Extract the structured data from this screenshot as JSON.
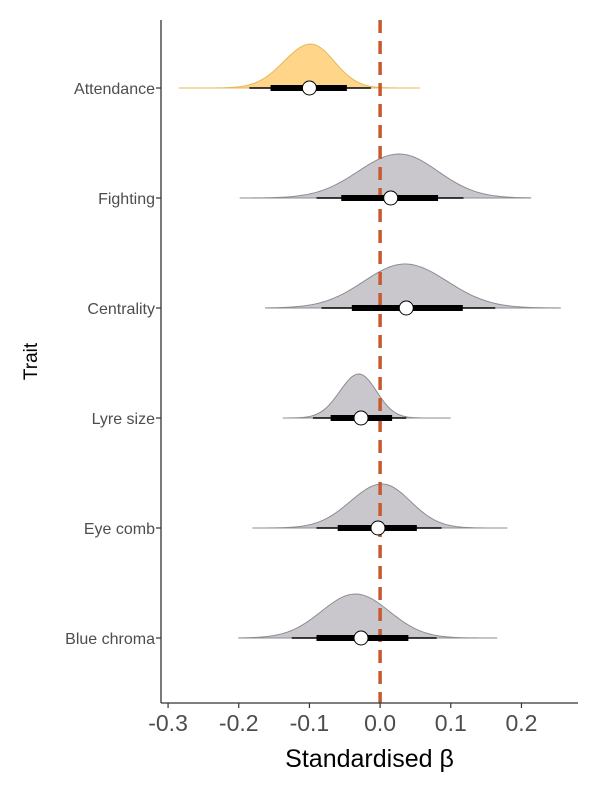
{
  "chart_data": {
    "type": "density-interval",
    "xlabel": "Standardised β",
    "ylabel": "Trait",
    "xlim": [
      -0.31,
      0.28
    ],
    "x_ticks": [
      -0.3,
      -0.2,
      -0.1,
      0.0,
      0.1,
      0.2
    ],
    "x_tick_labels": [
      "-0.3",
      "-0.2",
      "-0.1",
      "0.0",
      "0.1",
      "0.2"
    ],
    "reference_line": {
      "x": 0.0,
      "style": "dashed",
      "color": "#c65a2e"
    },
    "grid": false,
    "colors": {
      "highlight": "#fed589",
      "highlight_edge": "#e6b95a",
      "default": "#c9c7cc",
      "default_edge": "#8e8c93"
    },
    "series": [
      {
        "trait": "Attendance",
        "highlight": true,
        "median": -0.1,
        "interval_66": [
          -0.155,
          -0.047
        ],
        "interval_95": [
          -0.185,
          -0.013
        ],
        "range": [
          -0.285,
          0.057
        ],
        "mode": -0.098,
        "peak_height": 0.4,
        "sd_left": 0.038,
        "sd_right": 0.033
      },
      {
        "trait": "Fighting",
        "highlight": false,
        "median": 0.015,
        "interval_66": [
          -0.055,
          0.082
        ],
        "interval_95": [
          -0.09,
          0.118
        ],
        "range": [
          -0.198,
          0.213
        ],
        "mode": 0.027,
        "peak_height": 0.4,
        "sd_left": 0.058,
        "sd_right": 0.055
      },
      {
        "trait": "Centrality",
        "highlight": false,
        "median": 0.037,
        "interval_66": [
          -0.04,
          0.117
        ],
        "interval_95": [
          -0.083,
          0.163
        ],
        "range": [
          -0.162,
          0.255
        ],
        "mode": 0.035,
        "peak_height": 0.4,
        "sd_left": 0.058,
        "sd_right": 0.06
      },
      {
        "trait": "Lyre size",
        "highlight": false,
        "median": -0.027,
        "interval_66": [
          -0.07,
          0.017
        ],
        "interval_95": [
          -0.095,
          0.037
        ],
        "range": [
          -0.137,
          0.1
        ],
        "mode": -0.03,
        "peak_height": 0.4,
        "sd_left": 0.027,
        "sd_right": 0.025
      },
      {
        "trait": "Eye comb",
        "highlight": false,
        "median": -0.003,
        "interval_66": [
          -0.06,
          0.052
        ],
        "interval_95": [
          -0.09,
          0.087
        ],
        "range": [
          -0.18,
          0.18
        ],
        "mode": 0.003,
        "peak_height": 0.4,
        "sd_left": 0.045,
        "sd_right": 0.04
      },
      {
        "trait": "Blue chroma",
        "highlight": false,
        "median": -0.027,
        "interval_66": [
          -0.09,
          0.04
        ],
        "interval_95": [
          -0.125,
          0.08
        ],
        "range": [
          -0.2,
          0.165
        ],
        "mode": -0.035,
        "peak_height": 0.4,
        "sd_left": 0.048,
        "sd_right": 0.048
      }
    ]
  }
}
